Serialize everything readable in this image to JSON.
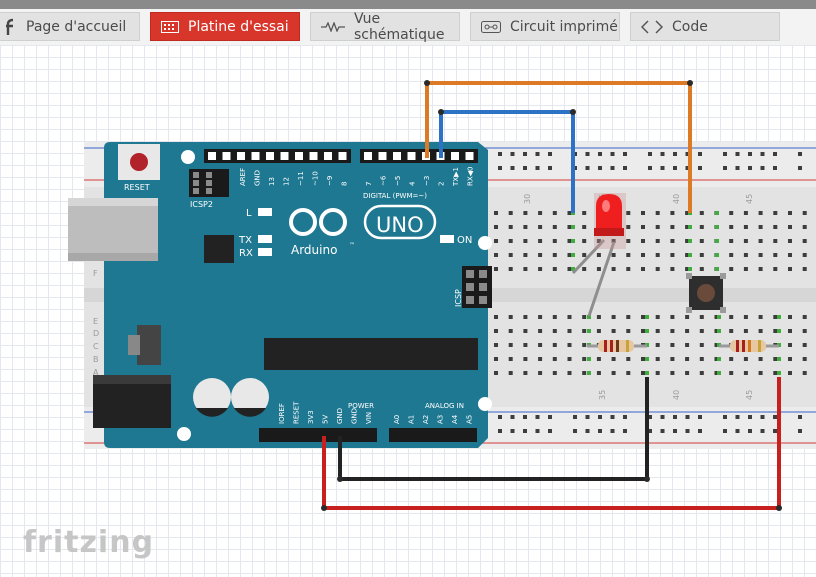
{
  "tabs": [
    {
      "label": "Page d'accueil",
      "icon": "fritzing-f-icon",
      "active": false
    },
    {
      "label": "Platine d'essai",
      "icon": "breadboard-icon",
      "active": true
    },
    {
      "label": "Vue schématique",
      "icon": "resistor-symbol-icon",
      "active": false
    },
    {
      "label": "Circuit imprimé",
      "icon": "pcb-icon",
      "active": false
    },
    {
      "label": "Code",
      "icon": "code-brackets-icon",
      "active": false
    }
  ],
  "board": {
    "reset_label": "RESET",
    "icsp2_label": "ICSP2",
    "icsp_label": "ICSP",
    "l_label": "L",
    "tx_label": "TX",
    "rx_label": "RX",
    "on_label": "ON",
    "brand": "Arduino",
    "tm": "™",
    "model": "UNO",
    "digital_label": "DIGITAL (PWM=~)",
    "power_label": "POWER",
    "analog_label": "ANALOG IN",
    "top_pins": [
      "AREF",
      "GND",
      "13",
      "12",
      "~11",
      "~10",
      "~9",
      "8"
    ],
    "top_pins2": [
      "7",
      "~6",
      "~5",
      "4",
      "~3",
      "2",
      "TX▶1",
      "RX◀0"
    ],
    "bottom_pins": [
      "IOREF",
      "RESET",
      "3V3",
      "5V",
      "GND",
      "GND",
      "VIN"
    ],
    "analog_pins": [
      "A0",
      "A1",
      "A2",
      "A3",
      "A4",
      "A5"
    ]
  },
  "breadboard": {
    "col_labels": [
      "30",
      "35",
      "40",
      "45"
    ],
    "row_labels": [
      "F",
      "E",
      "D",
      "C",
      "B",
      "A"
    ]
  },
  "footer": {
    "logo": "fritzing"
  },
  "colors": {
    "accent": "#d9362b",
    "arduino": "#1f7891",
    "wire_orange": "#dd7a26",
    "wire_blue": "#2e72c6",
    "wire_black": "#222222",
    "wire_red": "#c7201f"
  }
}
